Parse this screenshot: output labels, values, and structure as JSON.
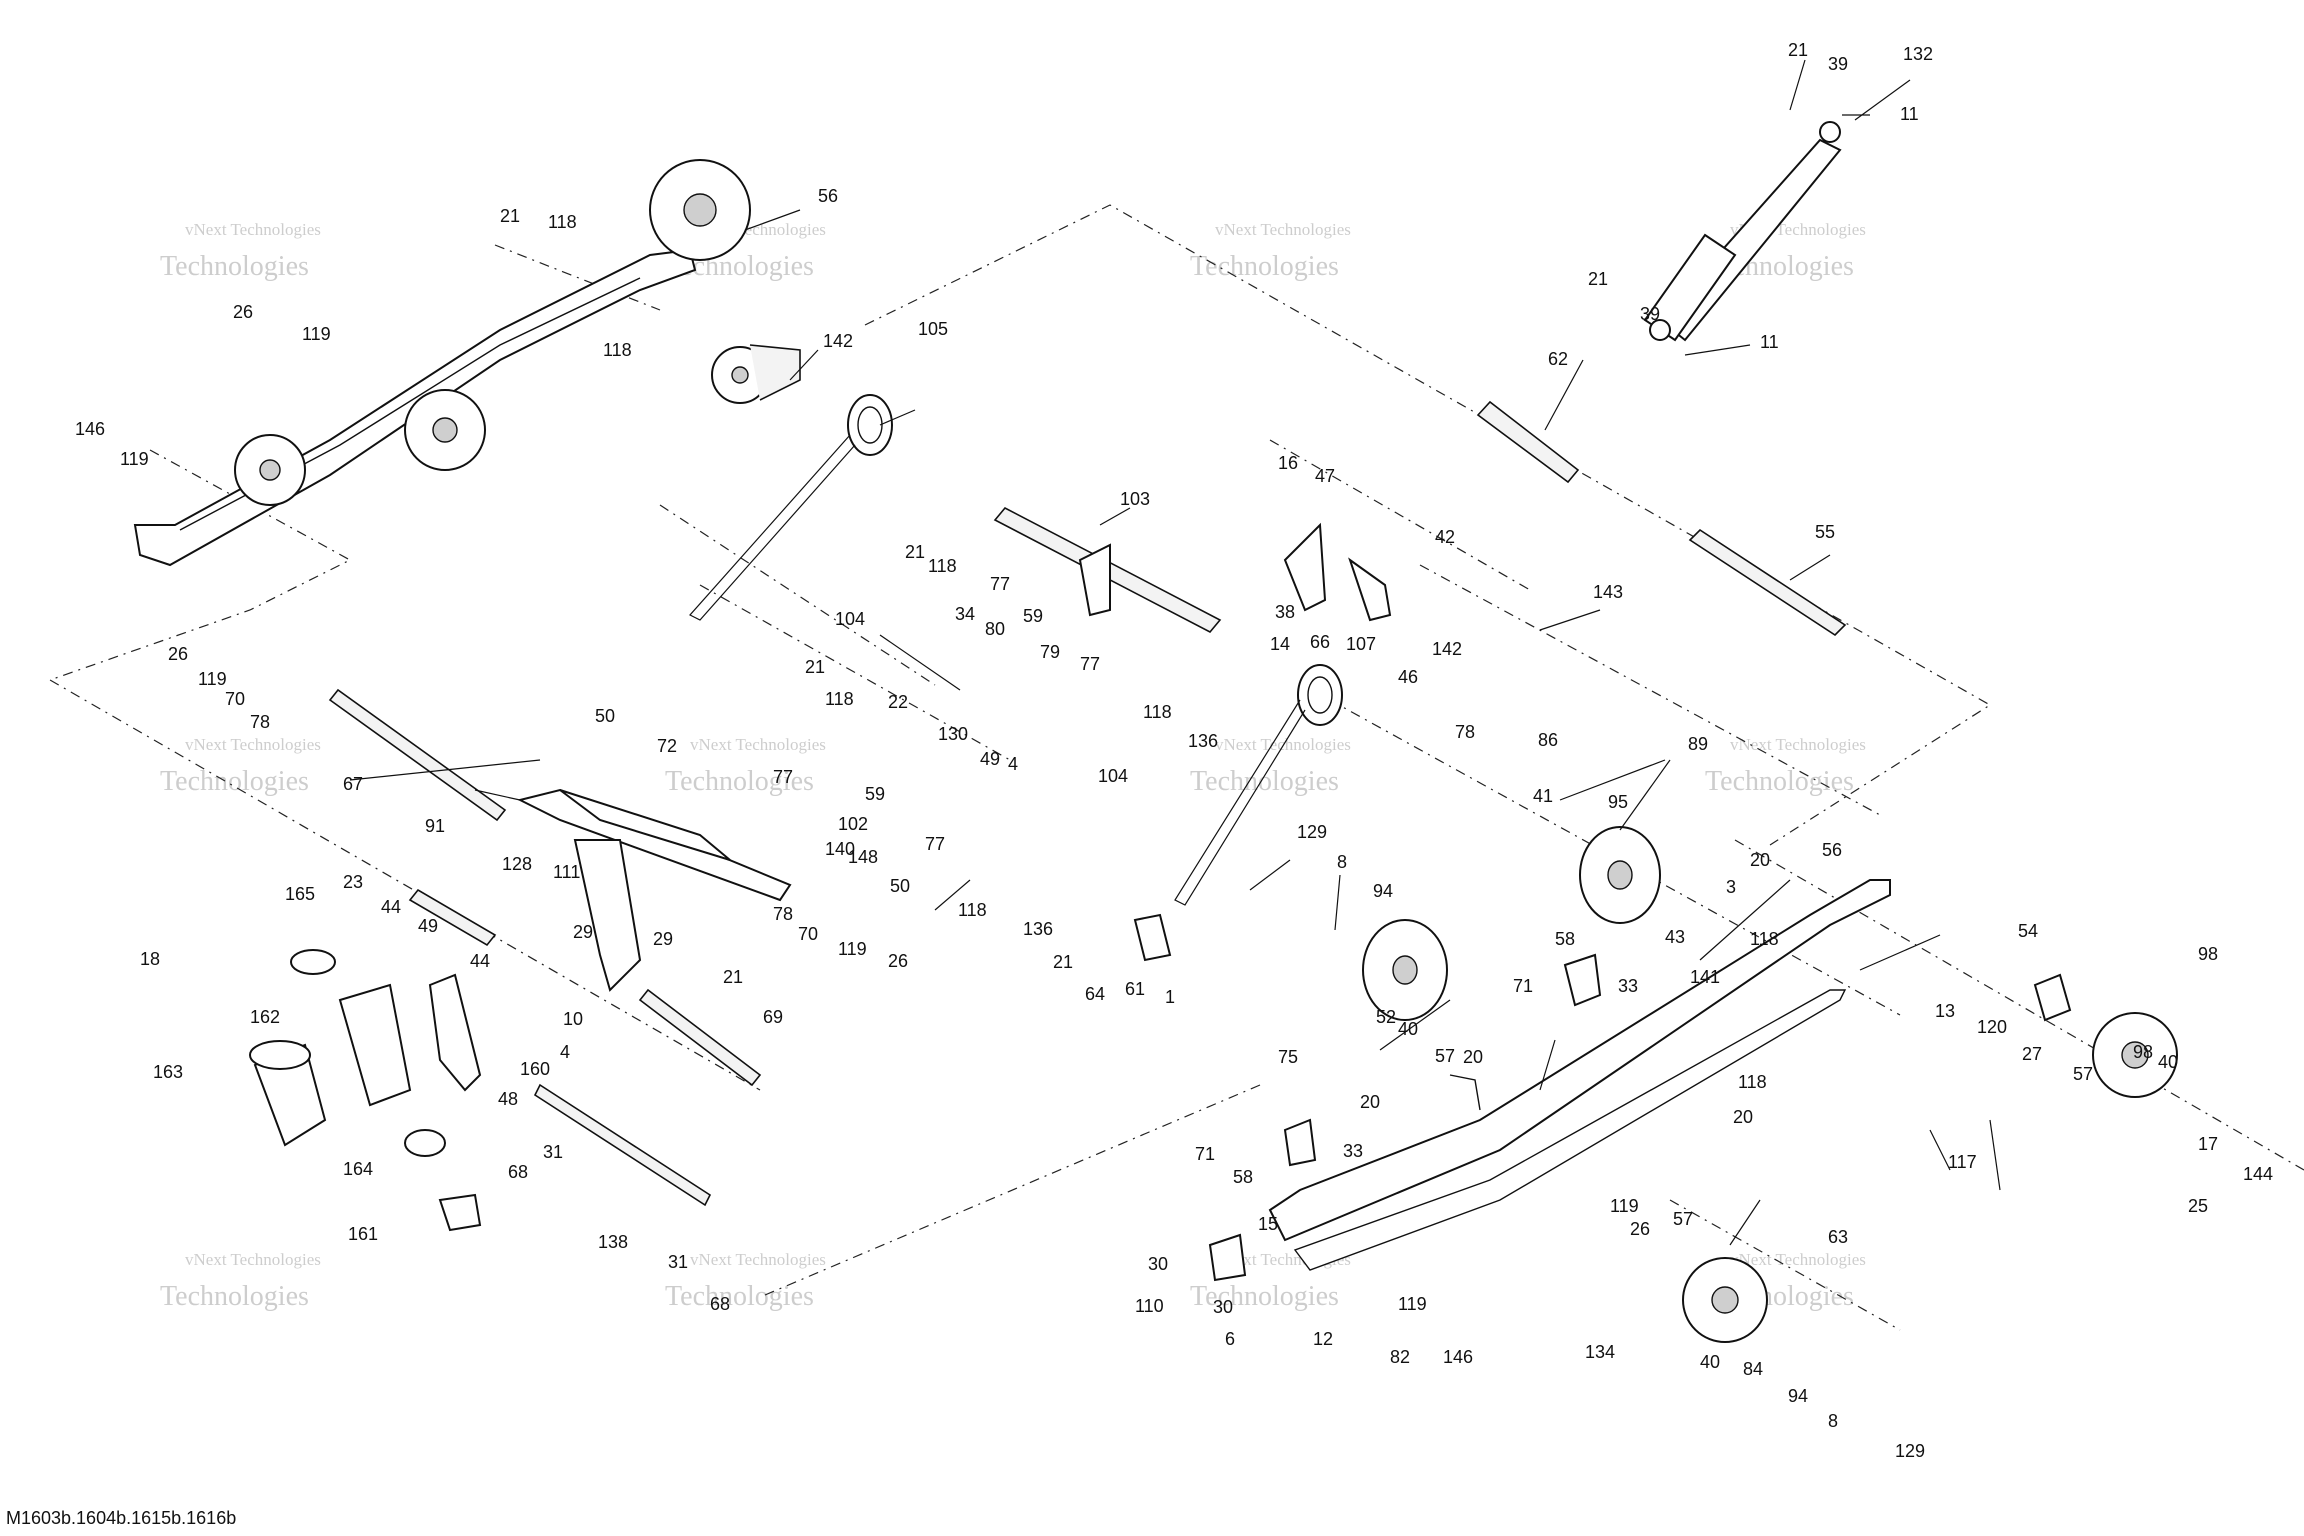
{
  "diagram": {
    "reference": "M1603b.1604b.1615b.1616b",
    "watermark": {
      "line1": "vNext Technologies",
      "line2": "Technologies"
    },
    "callouts": [
      {
        "id": "c1",
        "text": "21"
      },
      {
        "id": "c2",
        "text": "39"
      },
      {
        "id": "c3",
        "text": "132"
      },
      {
        "id": "c4",
        "text": "11"
      },
      {
        "id": "c5",
        "text": "21"
      },
      {
        "id": "c6",
        "text": "39"
      },
      {
        "id": "c7",
        "text": "11"
      },
      {
        "id": "c8",
        "text": "62"
      },
      {
        "id": "c9",
        "text": "55"
      },
      {
        "id": "c10",
        "text": "21"
      },
      {
        "id": "c11",
        "text": "118"
      },
      {
        "id": "c12",
        "text": "56"
      },
      {
        "id": "c13",
        "text": "26"
      },
      {
        "id": "c14",
        "text": "119"
      },
      {
        "id": "c15",
        "text": "118"
      },
      {
        "id": "c16",
        "text": "142"
      },
      {
        "id": "c17",
        "text": "105"
      },
      {
        "id": "c18",
        "text": "146"
      },
      {
        "id": "c19",
        "text": "119"
      },
      {
        "id": "c20",
        "text": "103"
      },
      {
        "id": "c21",
        "text": "16"
      },
      {
        "id": "c22",
        "text": "47"
      },
      {
        "id": "c23",
        "text": "42"
      },
      {
        "id": "c24",
        "text": "143"
      },
      {
        "id": "c25",
        "text": "21"
      },
      {
        "id": "c26",
        "text": "118"
      },
      {
        "id": "c27",
        "text": "77"
      },
      {
        "id": "c28",
        "text": "59"
      },
      {
        "id": "c29",
        "text": "104"
      },
      {
        "id": "c30",
        "text": "34"
      },
      {
        "id": "c31",
        "text": "80"
      },
      {
        "id": "c32",
        "text": "79"
      },
      {
        "id": "c33",
        "text": "77"
      },
      {
        "id": "c34",
        "text": "38"
      },
      {
        "id": "c35",
        "text": "14"
      },
      {
        "id": "c36",
        "text": "66"
      },
      {
        "id": "c37",
        "text": "107"
      },
      {
        "id": "c38",
        "text": "46"
      },
      {
        "id": "c39",
        "text": "142"
      },
      {
        "id": "c40",
        "text": "26"
      },
      {
        "id": "c41",
        "text": "119"
      },
      {
        "id": "c42",
        "text": "70"
      },
      {
        "id": "c43",
        "text": "78"
      },
      {
        "id": "c44",
        "text": "21"
      },
      {
        "id": "c45",
        "text": "118"
      },
      {
        "id": "c46",
        "text": "22"
      },
      {
        "id": "c47",
        "text": "130"
      },
      {
        "id": "c48",
        "text": "49"
      },
      {
        "id": "c49",
        "text": "4"
      },
      {
        "id": "c50",
        "text": "118"
      },
      {
        "id": "c51",
        "text": "136"
      },
      {
        "id": "c52",
        "text": "104"
      },
      {
        "id": "c53",
        "text": "78"
      },
      {
        "id": "c54",
        "text": "86"
      },
      {
        "id": "c55",
        "text": "89"
      },
      {
        "id": "c56",
        "text": "41"
      },
      {
        "id": "c57",
        "text": "95"
      },
      {
        "id": "c58",
        "text": "50"
      },
      {
        "id": "c59",
        "text": "72"
      },
      {
        "id": "c60",
        "text": "67"
      },
      {
        "id": "c61",
        "text": "77"
      },
      {
        "id": "c62",
        "text": "59"
      },
      {
        "id": "c63",
        "text": "102"
      },
      {
        "id": "c64",
        "text": "77"
      },
      {
        "id": "c65",
        "text": "140"
      },
      {
        "id": "c66",
        "text": "148"
      },
      {
        "id": "c67",
        "text": "91"
      },
      {
        "id": "c68",
        "text": "50"
      },
      {
        "id": "c69",
        "text": "118"
      },
      {
        "id": "c70",
        "text": "136"
      },
      {
        "id": "c71",
        "text": "129"
      },
      {
        "id": "c72",
        "text": "8"
      },
      {
        "id": "c73",
        "text": "94"
      },
      {
        "id": "c74",
        "text": "3"
      },
      {
        "id": "c75",
        "text": "43"
      },
      {
        "id": "c76",
        "text": "20"
      },
      {
        "id": "c77",
        "text": "56"
      },
      {
        "id": "c78",
        "text": "165"
      },
      {
        "id": "c79",
        "text": "23"
      },
      {
        "id": "c80",
        "text": "128"
      },
      {
        "id": "c81",
        "text": "111"
      },
      {
        "id": "c82",
        "text": "18"
      },
      {
        "id": "c83",
        "text": "44"
      },
      {
        "id": "c84",
        "text": "49"
      },
      {
        "id": "c85",
        "text": "29"
      },
      {
        "id": "c86",
        "text": "29"
      },
      {
        "id": "c87",
        "text": "78"
      },
      {
        "id": "c88",
        "text": "70"
      },
      {
        "id": "c89",
        "text": "119"
      },
      {
        "id": "c90",
        "text": "26"
      },
      {
        "id": "c91",
        "text": "21"
      },
      {
        "id": "c92",
        "text": "64"
      },
      {
        "id": "c93",
        "text": "61"
      },
      {
        "id": "c94",
        "text": "1"
      },
      {
        "id": "c95",
        "text": "58"
      },
      {
        "id": "c96",
        "text": "71"
      },
      {
        "id": "c97",
        "text": "33"
      },
      {
        "id": "c98",
        "text": "118"
      },
      {
        "id": "c99",
        "text": "54"
      },
      {
        "id": "c100",
        "text": "98"
      },
      {
        "id": "c101",
        "text": "44"
      },
      {
        "id": "c102",
        "text": "10"
      },
      {
        "id": "c103",
        "text": "21"
      },
      {
        "id": "c104",
        "text": "162"
      },
      {
        "id": "c105",
        "text": "160"
      },
      {
        "id": "c106",
        "text": "4"
      },
      {
        "id": "c107",
        "text": "69"
      },
      {
        "id": "c108",
        "text": "52"
      },
      {
        "id": "c109",
        "text": "40"
      },
      {
        "id": "c110",
        "text": "57"
      },
      {
        "id": "c111",
        "text": "20"
      },
      {
        "id": "c112",
        "text": "75"
      },
      {
        "id": "c113",
        "text": "141"
      },
      {
        "id": "c114",
        "text": "13"
      },
      {
        "id": "c115",
        "text": "120"
      },
      {
        "id": "c116",
        "text": "27"
      },
      {
        "id": "c117",
        "text": "57"
      },
      {
        "id": "c118",
        "text": "98"
      },
      {
        "id": "c119",
        "text": "40"
      },
      {
        "id": "c120",
        "text": "163"
      },
      {
        "id": "c121",
        "text": "48"
      },
      {
        "id": "c122",
        "text": "20"
      },
      {
        "id": "c123",
        "text": "118"
      },
      {
        "id": "c124",
        "text": "164"
      },
      {
        "id": "c125",
        "text": "68"
      },
      {
        "id": "c126",
        "text": "31"
      },
      {
        "id": "c127",
        "text": "71"
      },
      {
        "id": "c128",
        "text": "33"
      },
      {
        "id": "c129",
        "text": "20"
      },
      {
        "id": "c130",
        "text": "117"
      },
      {
        "id": "c131",
        "text": "17"
      },
      {
        "id": "c132",
        "text": "58"
      },
      {
        "id": "c133",
        "text": "25"
      },
      {
        "id": "c134",
        "text": "144"
      },
      {
        "id": "c135",
        "text": "161"
      },
      {
        "id": "c136",
        "text": "138"
      },
      {
        "id": "c137",
        "text": "119"
      },
      {
        "id": "c138",
        "text": "26"
      },
      {
        "id": "c139",
        "text": "15"
      },
      {
        "id": "c140",
        "text": "57"
      },
      {
        "id": "c141",
        "text": "63"
      },
      {
        "id": "c142",
        "text": "31"
      },
      {
        "id": "c143",
        "text": "30"
      },
      {
        "id": "c144",
        "text": "68"
      },
      {
        "id": "c145",
        "text": "110"
      },
      {
        "id": "c146",
        "text": "30"
      },
      {
        "id": "c147",
        "text": "6"
      },
      {
        "id": "c148",
        "text": "12"
      },
      {
        "id": "c149",
        "text": "82"
      },
      {
        "id": "c150",
        "text": "119"
      },
      {
        "id": "c151",
        "text": "146"
      },
      {
        "id": "c152",
        "text": "134"
      },
      {
        "id": "c153",
        "text": "40"
      },
      {
        "id": "c154",
        "text": "84"
      },
      {
        "id": "c155",
        "text": "94"
      },
      {
        "id": "c156",
        "text": "8"
      },
      {
        "id": "c157",
        "text": "129"
      }
    ]
  }
}
